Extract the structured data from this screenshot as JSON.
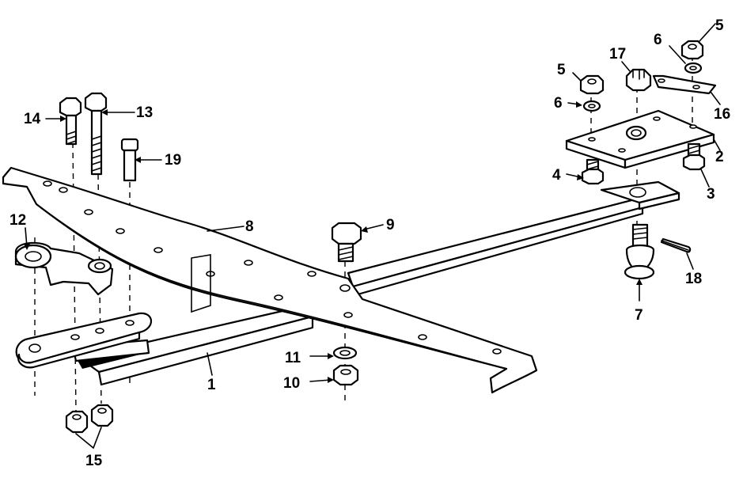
{
  "callouts": [
    {
      "id": "c1",
      "text": "1"
    },
    {
      "id": "c2",
      "text": "2"
    },
    {
      "id": "c3",
      "text": "3"
    },
    {
      "id": "c4",
      "text": "4"
    },
    {
      "id": "c5a",
      "text": "5"
    },
    {
      "id": "c5b",
      "text": "5"
    },
    {
      "id": "c6a",
      "text": "6"
    },
    {
      "id": "c6b",
      "text": "6"
    },
    {
      "id": "c7",
      "text": "7"
    },
    {
      "id": "c8",
      "text": "8"
    },
    {
      "id": "c9",
      "text": "9"
    },
    {
      "id": "c10",
      "text": "10"
    },
    {
      "id": "c11",
      "text": "11"
    },
    {
      "id": "c12",
      "text": "12"
    },
    {
      "id": "c13",
      "text": "13"
    },
    {
      "id": "c14",
      "text": "14"
    },
    {
      "id": "c15",
      "text": "15"
    },
    {
      "id": "c16",
      "text": "16"
    },
    {
      "id": "c17",
      "text": "17"
    },
    {
      "id": "c18",
      "text": "18"
    },
    {
      "id": "c19",
      "text": "19"
    }
  ]
}
